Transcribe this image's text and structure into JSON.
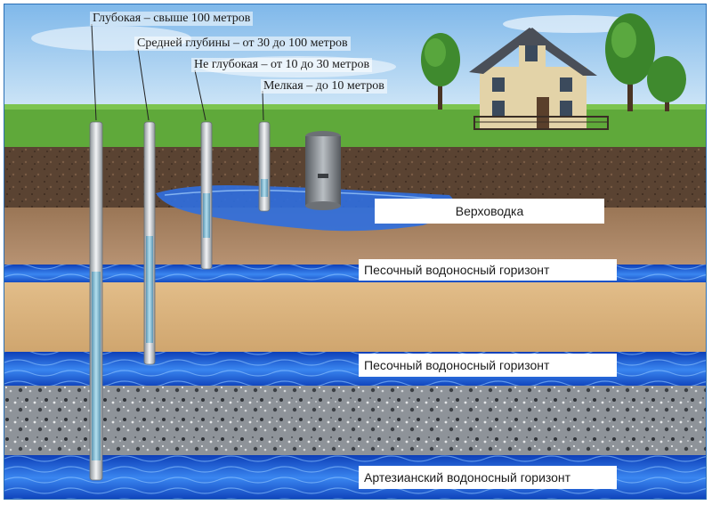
{
  "depth_labels": {
    "deep": "Глубокая – свыше 100 метров",
    "medium": "Средней глубины – от 30 до 100 метров",
    "shallow": "Не глубокая – от 10 до 30 метров",
    "surface": "Мелкая – до 10 метров"
  },
  "layer_labels": {
    "perched": "Верховодка",
    "sand_aquifer_1": "Песочный водоносный горизонт",
    "sand_aquifer_2": "Песочный водоносный горизонт",
    "artesian": "Артезианский водоносный горизонт"
  },
  "colors": {
    "sky": "#9ecbef",
    "grass": "#5fa93a",
    "topsoil": "#5a4332",
    "loam": "#a98866",
    "water": "#1f5fd6",
    "sand": "#d9b27e",
    "granite": "#8e9399",
    "frame": "#2a6fb5"
  },
  "icons": [
    "house-icon",
    "tree-icon",
    "well-casing-icon"
  ]
}
